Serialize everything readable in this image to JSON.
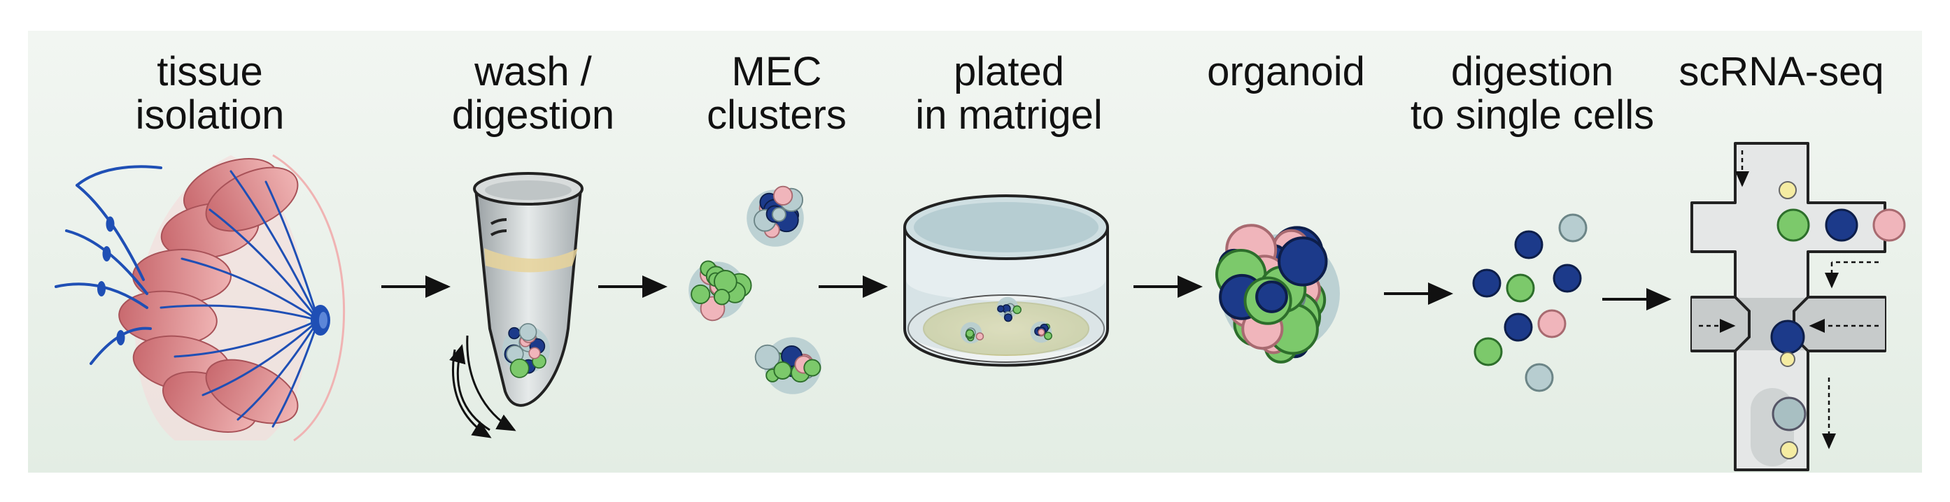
{
  "steps": [
    {
      "line1": "tissue",
      "line2": "isolation"
    },
    {
      "line1": "wash /",
      "line2": "digestion"
    },
    {
      "line1": "MEC",
      "line2": "clusters"
    },
    {
      "line1": "plated",
      "line2": "in matrigel"
    },
    {
      "line1": "",
      "line2": "organoid"
    },
    {
      "line1": "digestion",
      "line2": "to single cells"
    },
    {
      "line1": "",
      "line2": "scRNA-seq"
    }
  ],
  "colors": {
    "green": "#7cc96b",
    "blue": "#1c3a8a",
    "pink": "#f0b5bb",
    "grey": "#b7cdd0",
    "yellow": "#f5eca2",
    "tissue": "#d9898c",
    "duct": "#1f4fb5"
  }
}
